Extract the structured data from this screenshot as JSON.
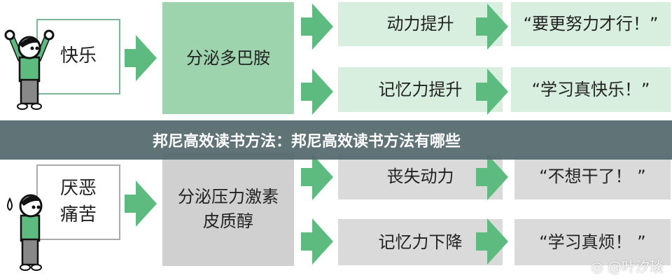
{
  "top": {
    "feeling": "快乐",
    "process": "分泌多巴胺",
    "effects": [
      "动力提升",
      "记忆力提升"
    ],
    "quotes": [
      "“要更努力才行！”",
      "“学习真快乐！”"
    ]
  },
  "bottom": {
    "feeling_lines": [
      "厌恶",
      "痛苦"
    ],
    "process_lines": [
      "分泌压力激素",
      "皮质醇"
    ],
    "effects": [
      "丧失动力",
      "记忆力下降"
    ],
    "quotes": [
      "“不想干了！ ”",
      "“学习真烦！ ”"
    ]
  },
  "banner": {
    "title": "邦尼高效读书方法：邦尼高效读书方法有哪些"
  },
  "watermark": {
    "text": "@叶汐琰"
  },
  "colors": {
    "green_box": "#9dd4ad",
    "light_green": "#d8efdf",
    "arrow": "#5dbb80",
    "gray_box": "#d0d0d0",
    "light_gray": "#dadada",
    "banner": "#54686c"
  }
}
